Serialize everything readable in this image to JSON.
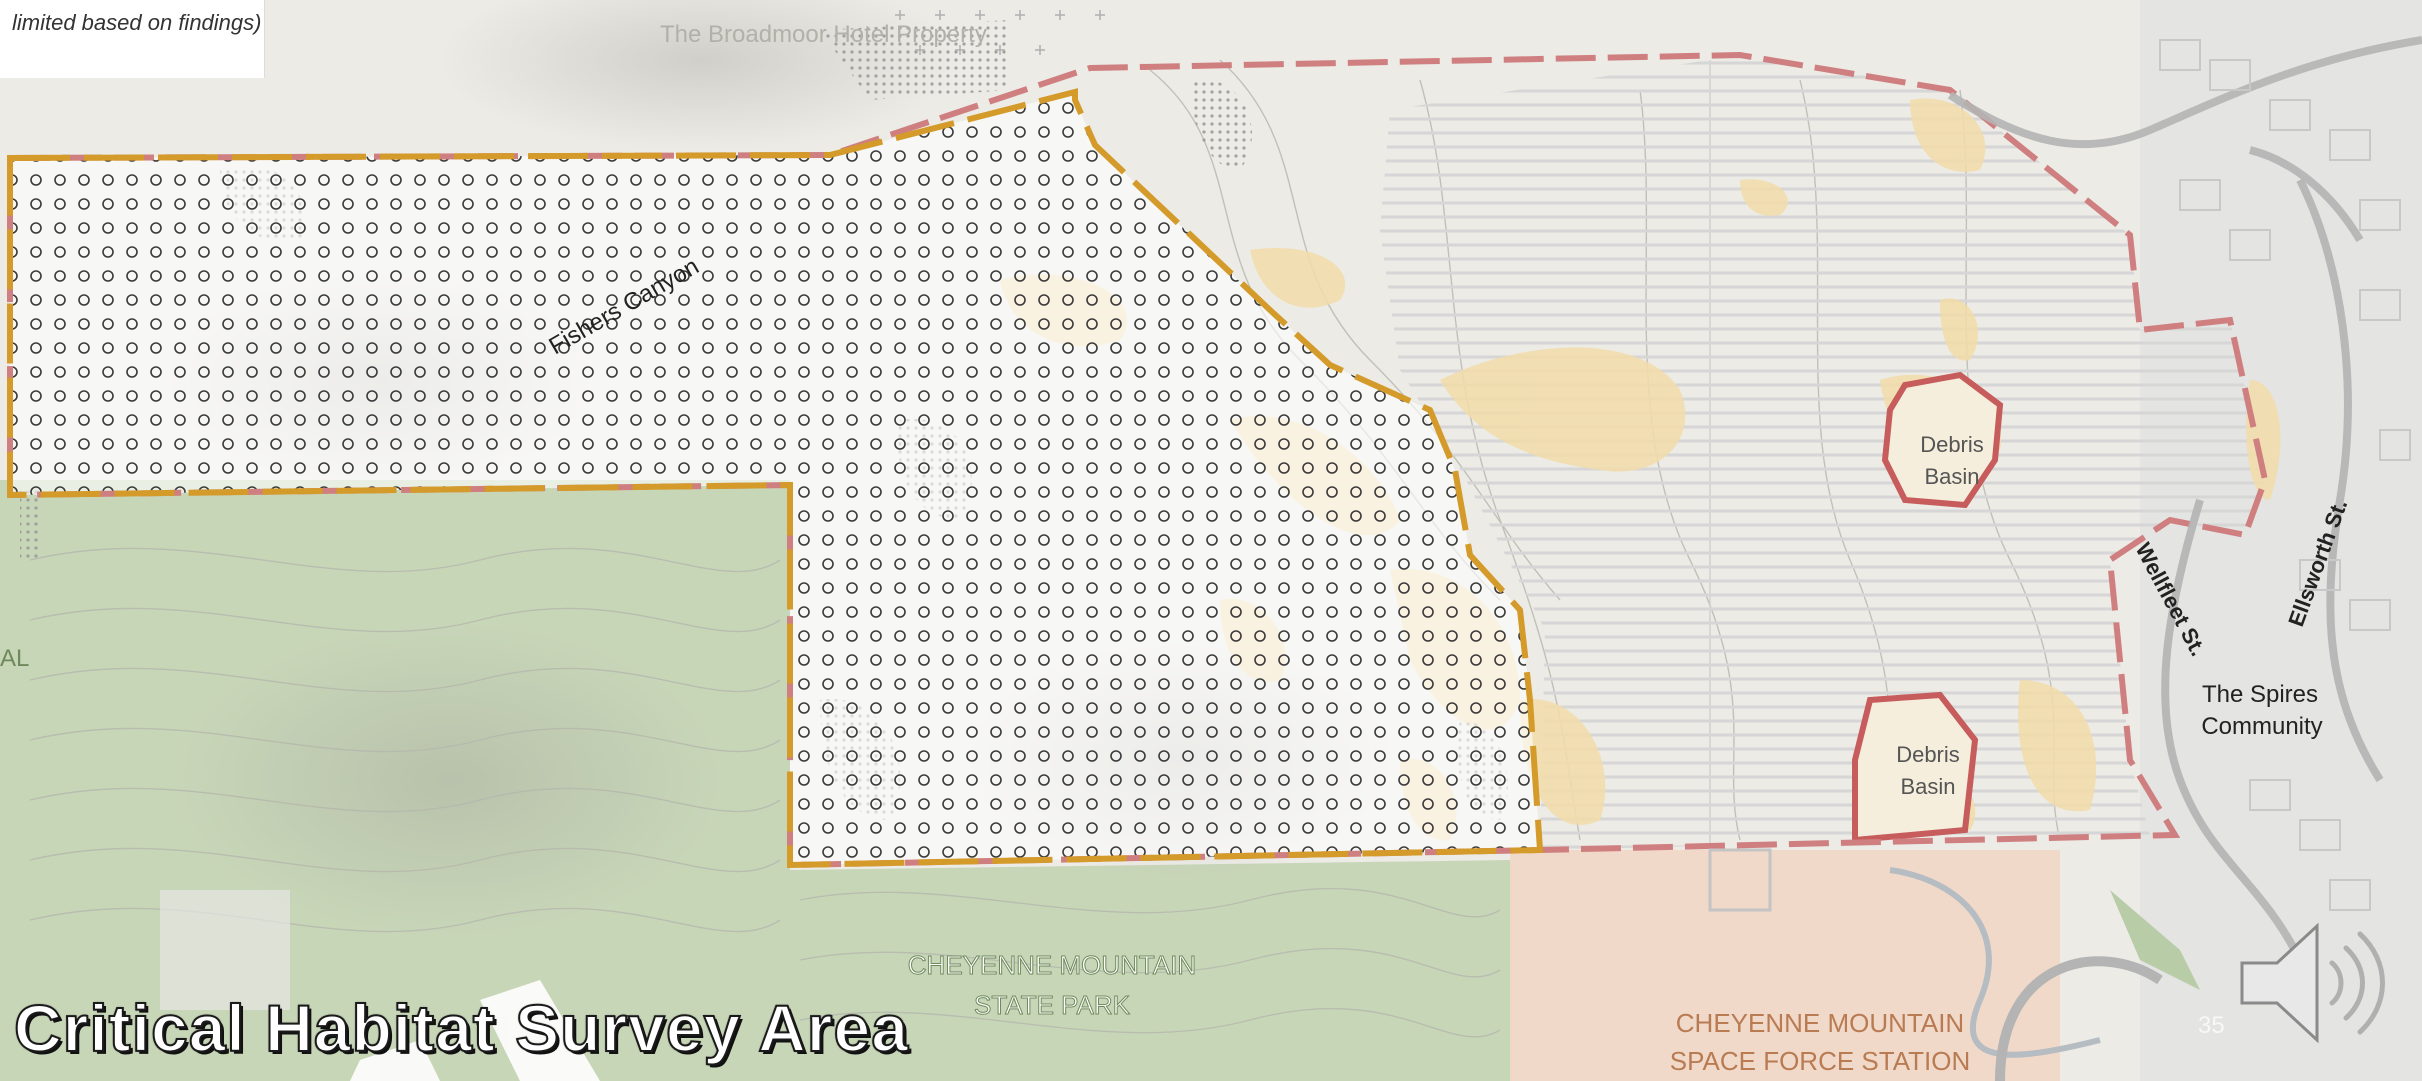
{
  "labels": {
    "broadmoor": "The Broadmoor Hotel Property",
    "fishers": "Fishers Canyon",
    "debris1_l1": "Debris",
    "debris1_l2": "Basin",
    "debris2_l1": "Debris",
    "debris2_l2": "Basin",
    "wellfleet": "Wellfleet St.",
    "ellsworth": "Ellsworth St.",
    "spires_l1": "The Spires",
    "spires_l2": "Community",
    "cmsp_l1": "CHEYENNE MOUNTAIN",
    "cmsp_l2": "STATE PARK",
    "cmsfs_l1": "CHEYENNE MOUNTAIN",
    "cmsfs_l2": "SPACE FORCE STATION",
    "edge_fragment": "AL"
  },
  "legend_note": "limited based on findings)",
  "title": "Critical Habitat Survey Area",
  "slide_number": "35",
  "icons": {
    "audio": "speaker-icon"
  },
  "colors": {
    "orange_boundary": "#d49a2a",
    "pink_boundary": "#cf7f7f",
    "state_park": "#c8d6b8",
    "space_force": "#f2d6c4",
    "habitat_patch": "#f2dca8"
  }
}
